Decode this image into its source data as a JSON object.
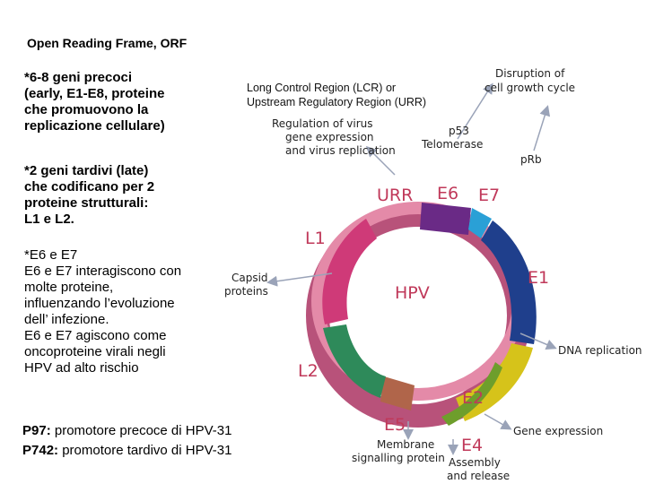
{
  "heading": "Open Reading Frame, ORF",
  "left_text": {
    "early_lines": [
      "*6-8 geni precoci",
      "(early, E1-E8, proteine",
      "che promuovono la",
      "replicazione cellulare)"
    ],
    "late_lines": [
      "*2 geni tardivi (late)",
      "che codificano per 2",
      "proteine strutturali:",
      "L1 e L2."
    ],
    "e6e7_title": "*E6 e E7",
    "e6e7_lines": [
      "E6 e E7 interagiscono con",
      "molte proteine,",
      "influenzando l’evoluzione",
      "dell’ infezione.",
      "E6 e E7 agiscono come",
      "oncoproteine virali negli",
      "HPV ad alto rischio"
    ],
    "p97_key": "P97:",
    "p97_text": " promotore precoce di HPV-31",
    "p742_key": "P742:",
    "p742_text": " promotore tardivo di HPV-31"
  },
  "lcr_lines": [
    "Long Control Region (LCR) or",
    "Upstream Regulatory Region (URR)"
  ],
  "diagram": {
    "center_label": "HPV",
    "gene_labels": {
      "urr": "URR",
      "e6": "E6",
      "e7": "E7",
      "e1": "E1",
      "e2": "E2",
      "e4": "E4",
      "e5": "E5",
      "l1": "L1",
      "l2": "L2"
    },
    "functions": {
      "disruption": [
        "Disruption of",
        "cell growth cycle"
      ],
      "regulation": [
        "Regulation of virus",
        "gene expression",
        "and virus replication"
      ],
      "p53": "p53",
      "telomerase": "Telomerase",
      "prb": "pRb",
      "capsid": [
        "Capsid",
        "proteins"
      ],
      "dna_replication": "DNA replication",
      "gene_expression": "Gene expression",
      "membrane": [
        "Membrane",
        "signalling protein"
      ],
      "assembly": [
        "Assembly",
        "and release"
      ]
    },
    "colors": {
      "urr": "#e48aa8",
      "e6": "#6a2a86",
      "e7": "#2aa0d6",
      "e1": "#1f3f8c",
      "e2": "#d6c31a",
      "e4": "#6e9e2c",
      "e5": "#b0654a",
      "l2": "#2e8a5a",
      "l1": "#cf3a78",
      "gene_label": "#c0395a",
      "arrow": "#9aa3b8"
    }
  }
}
